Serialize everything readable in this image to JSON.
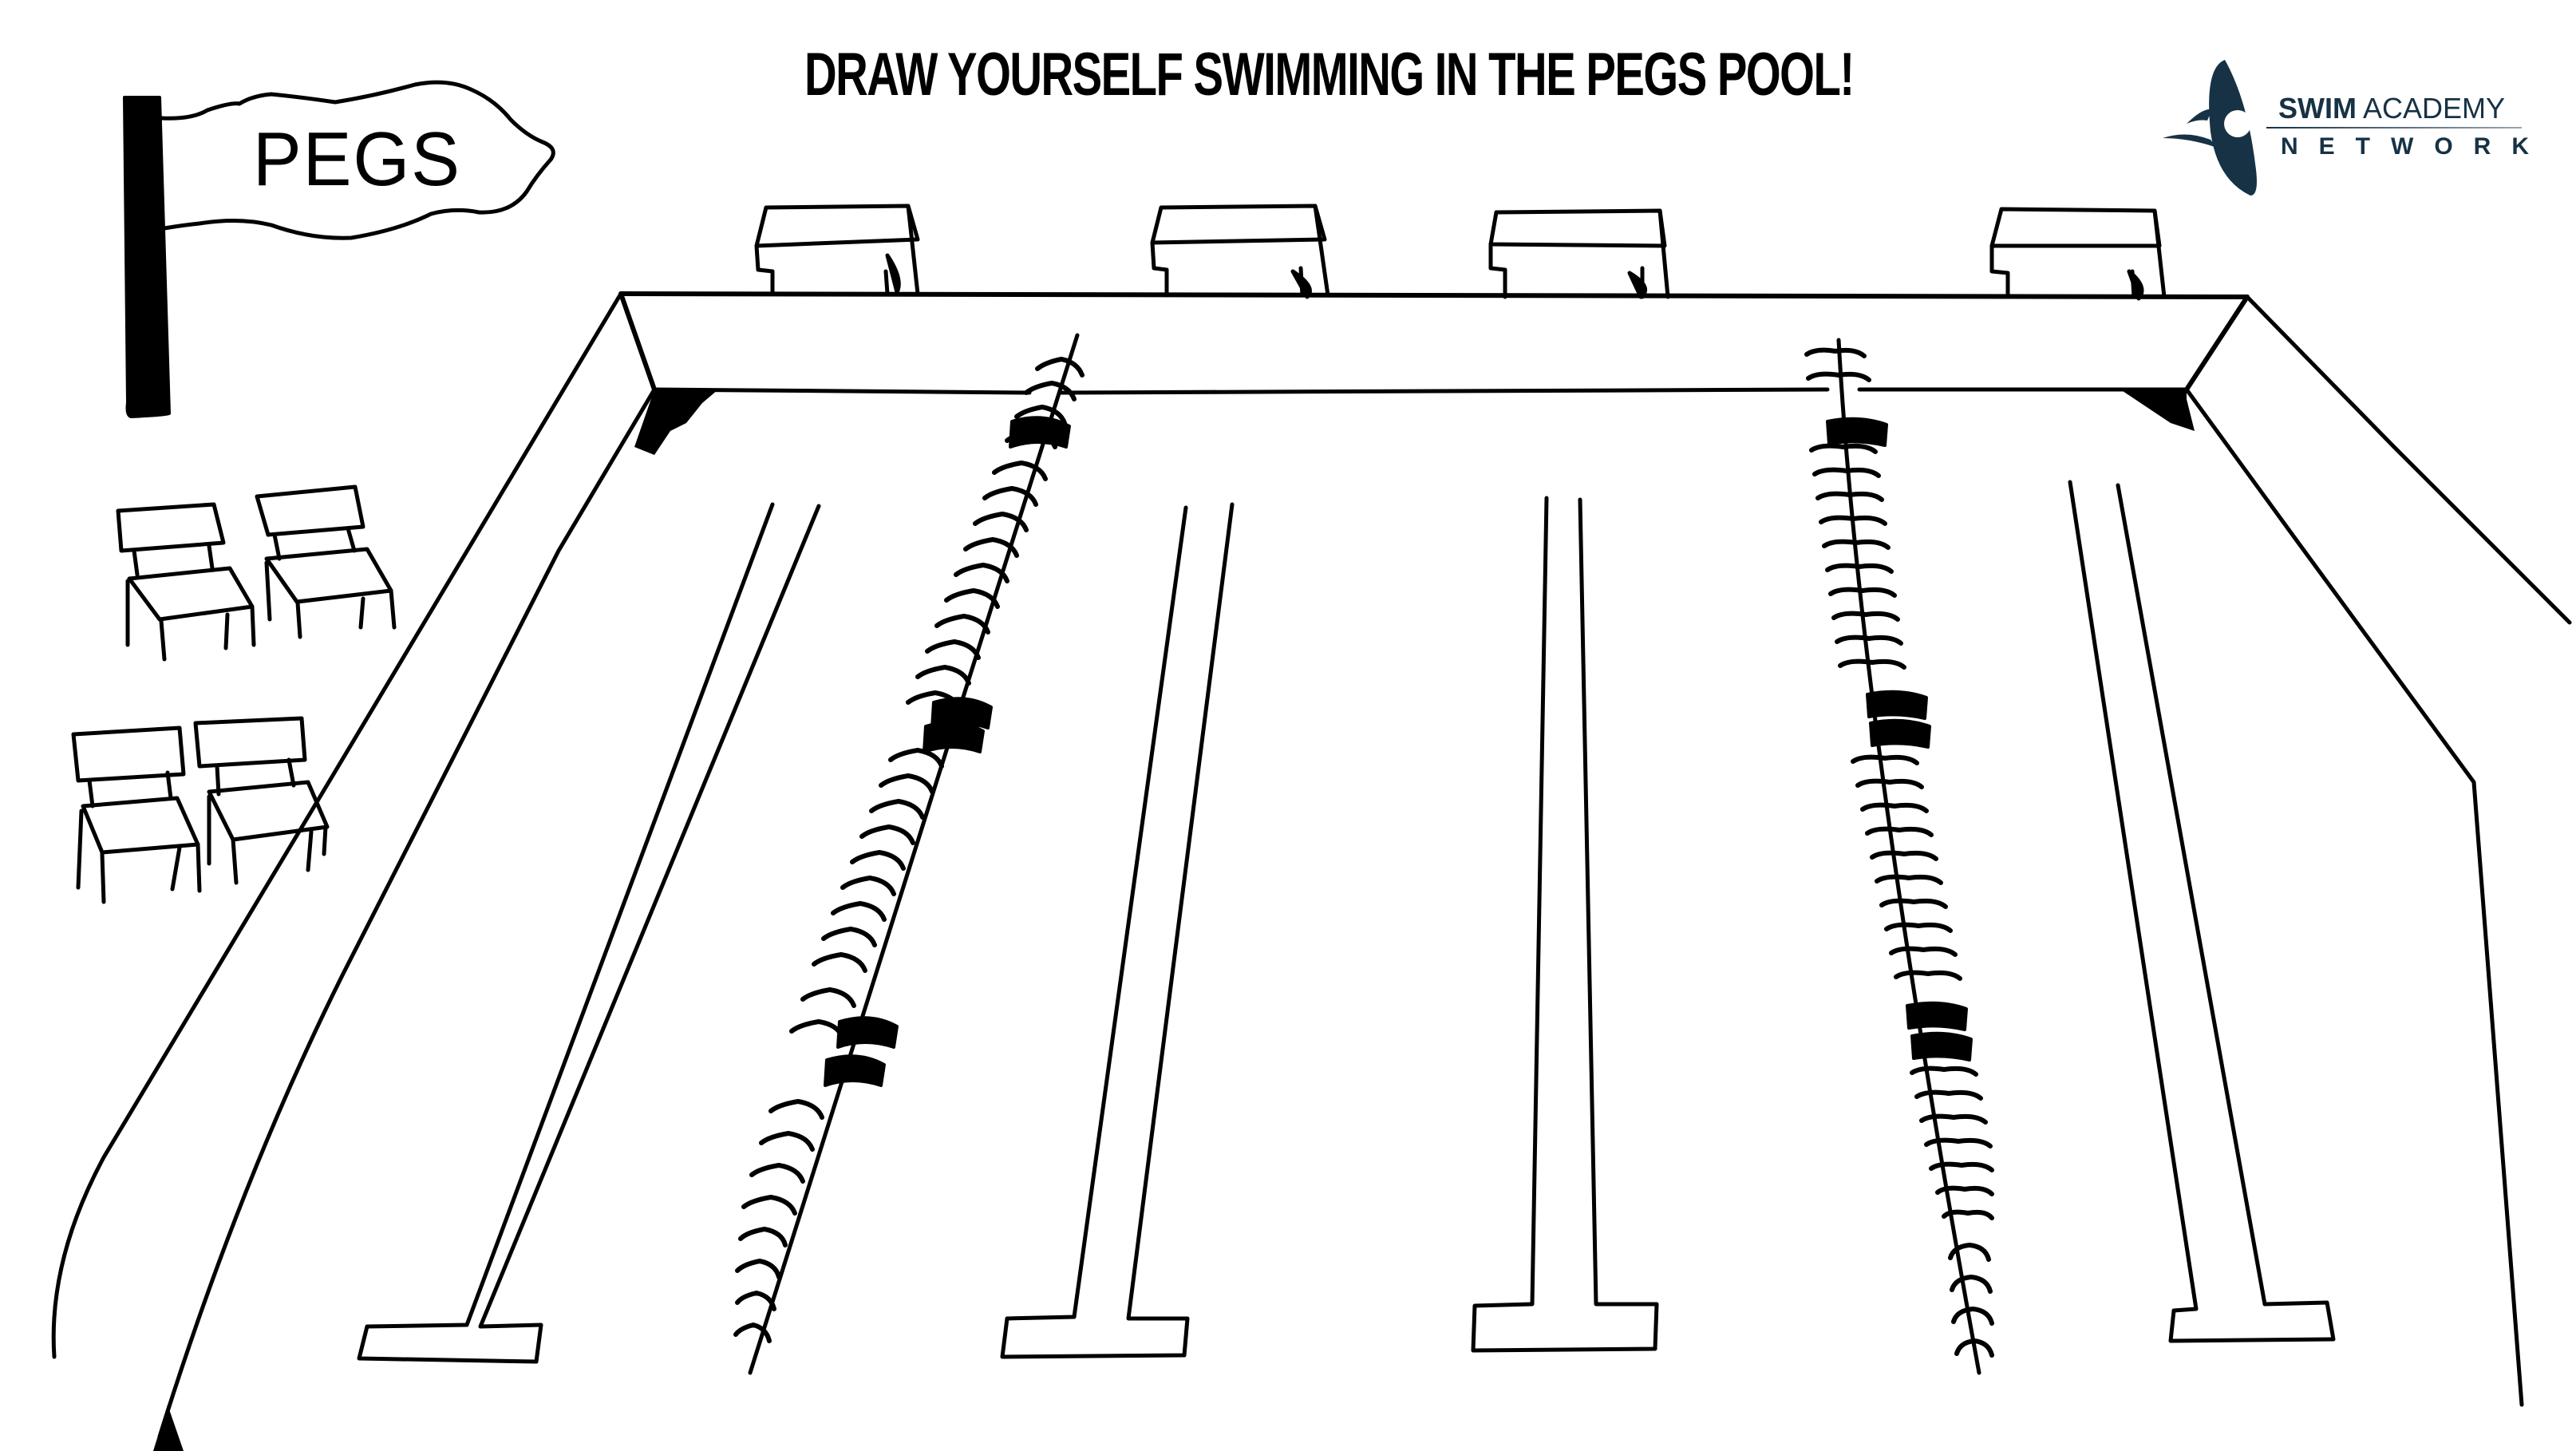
{
  "page": {
    "title": "DRAW YOURSELF SWIMMING IN THE PEGS POOL!",
    "background_color": "#ffffff",
    "line_color": "#000000"
  },
  "logo": {
    "icon": "swimmer-icon",
    "name_bold": "SWIM",
    "name_rest": " ACADEMY",
    "subtitle": "NETWORK",
    "color": "#173245"
  },
  "flag": {
    "icon": "flag-icon",
    "label": "PEGS"
  },
  "scene": {
    "chairs": {
      "icon": "chair-icon",
      "count": 4,
      "rows": 2
    },
    "starting_blocks": {
      "icon": "starting-block-icon",
      "count": 4
    },
    "lanes": {
      "count": 4,
      "lane_marker_icon": "lane-line-t-icon"
    },
    "lane_ropes": {
      "icon": "lane-rope-icon",
      "count": 2
    }
  }
}
